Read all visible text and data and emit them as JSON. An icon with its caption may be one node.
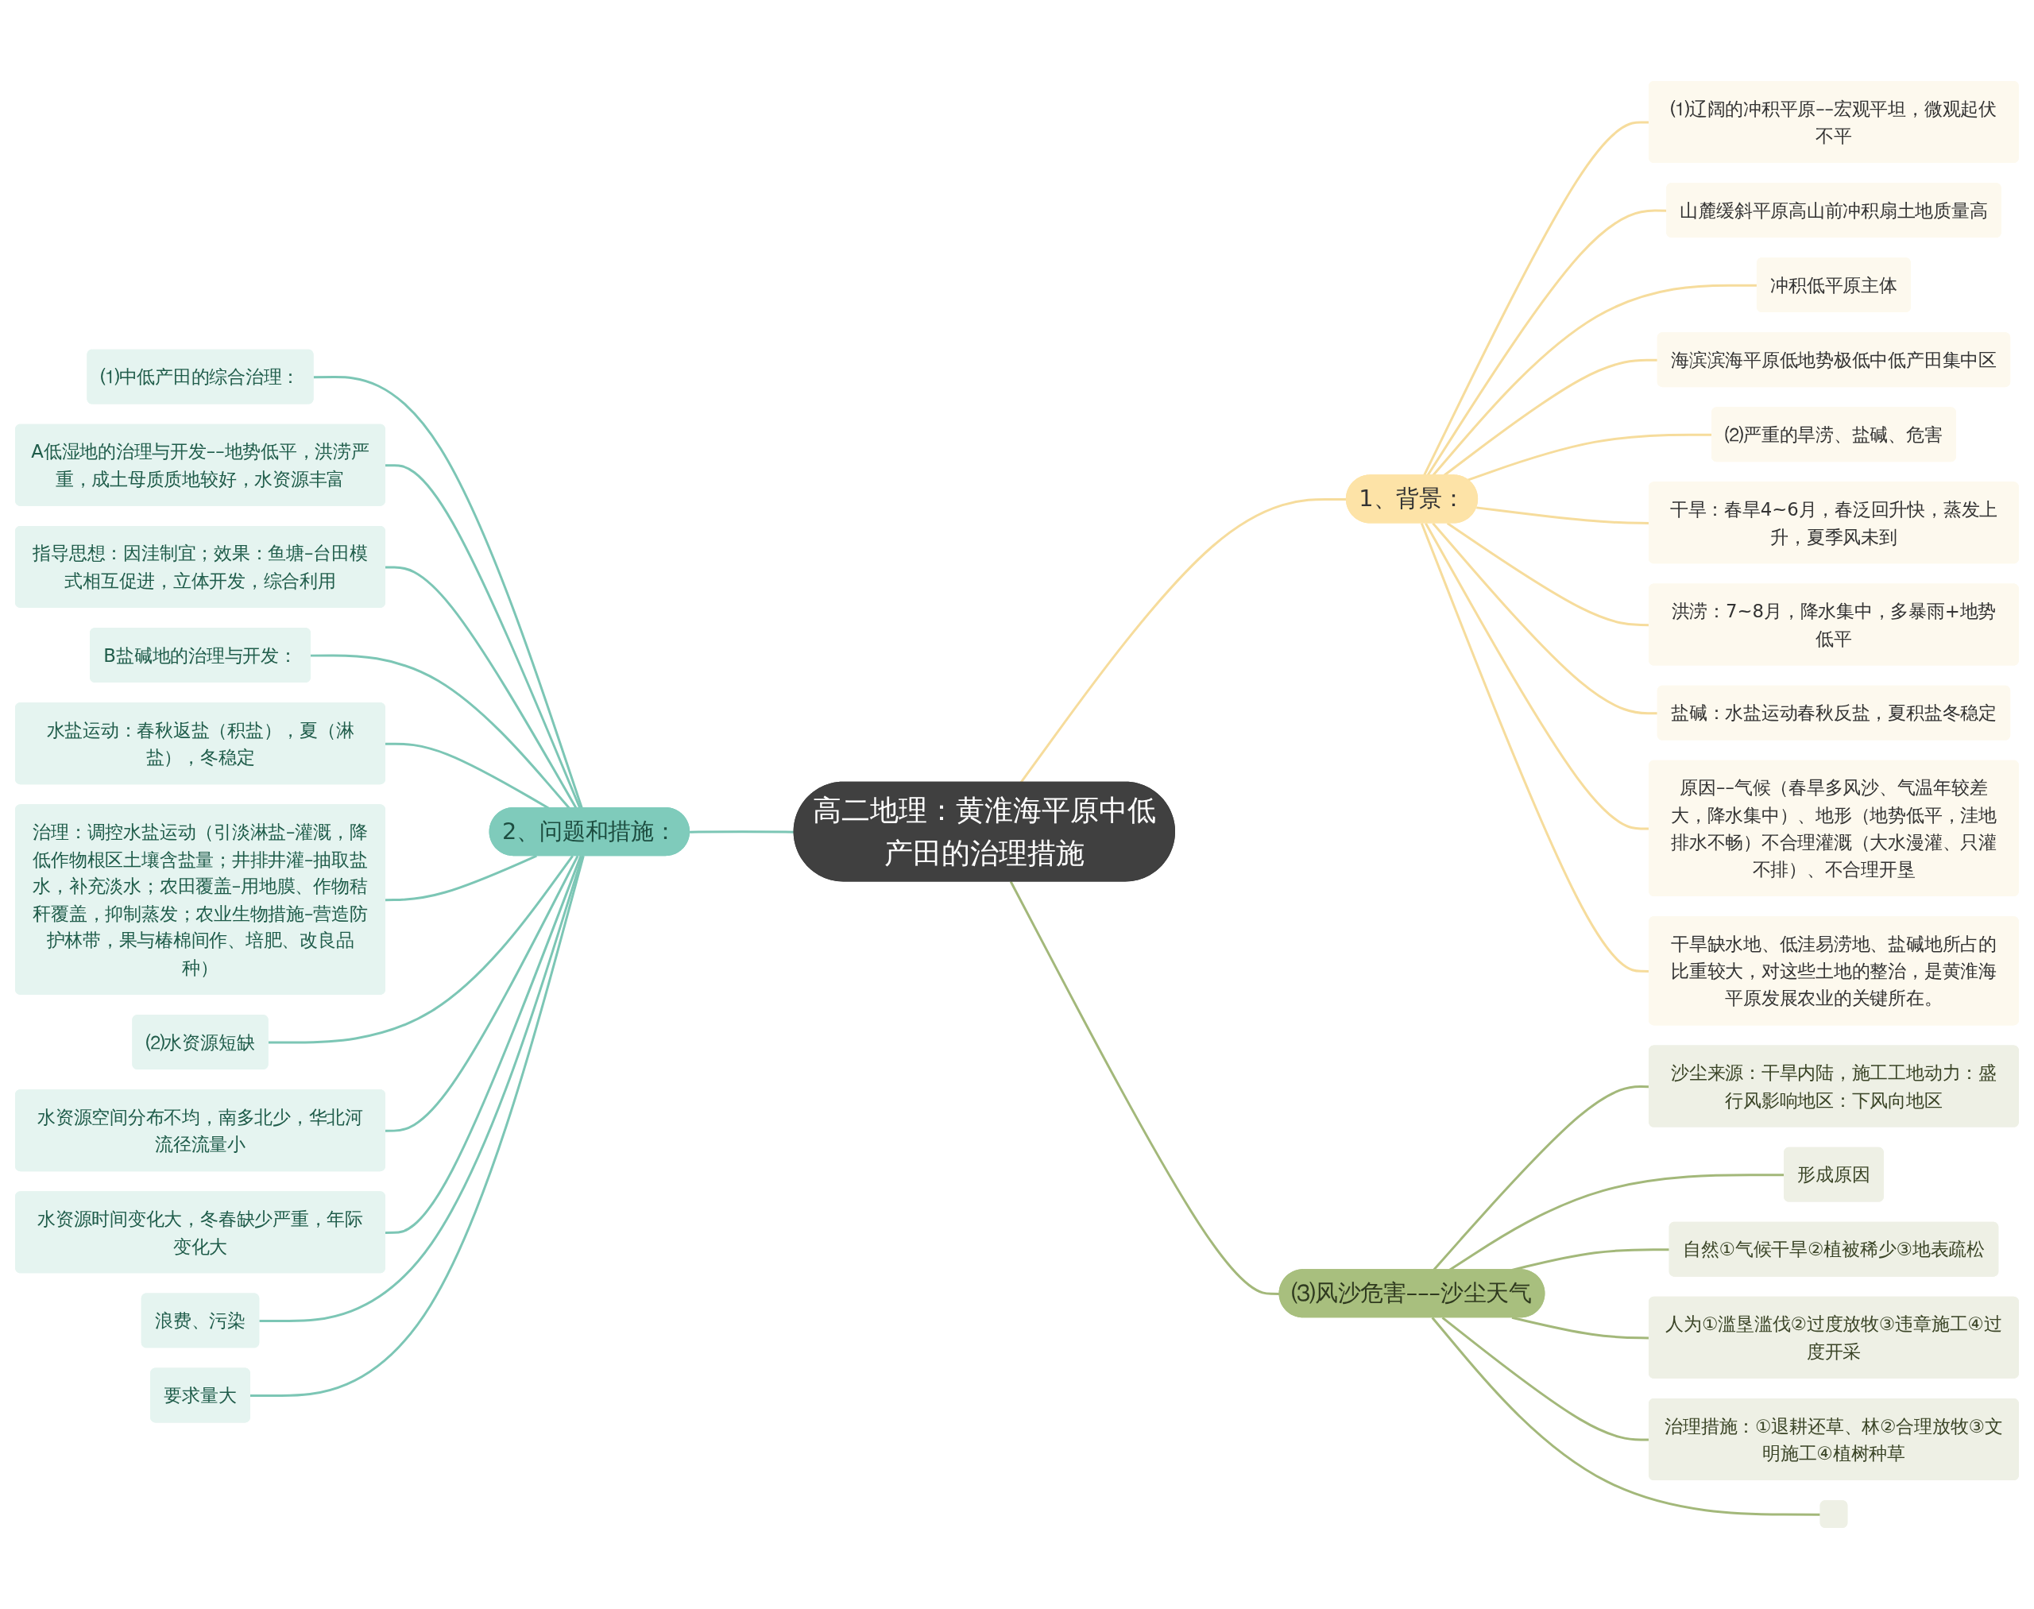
{
  "diagram": {
    "nodes": [
      {
        "text": [
          "高二地理：黄淮海平原中低产田的治理措施"
        ]
      },
      {
        "text": [
          "1、背景："
        ]
      },
      {
        "text": [
          "⑴辽阔的冲积平原––宏观平坦，微观起伏不平"
        ]
      },
      {
        "text": [
          "山麓缓斜平原高山前冲积扇土地质量高"
        ]
      },
      {
        "text": [
          "冲积低平原主体"
        ]
      },
      {
        "text": [
          "海滨滨海平原低地势极低中低产田集中区"
        ]
      },
      {
        "text": [
          "⑵严重的旱涝、盐碱、危害"
        ]
      },
      {
        "text": [
          "干旱：春旱4~6月，春泛回升快，蒸发上升，夏季风未到"
        ]
      },
      {
        "text": [
          "洪涝：7~8月，降水集中，多暴雨+地势低平"
        ]
      },
      {
        "text": [
          "盐碱：水盐运动春秋反盐，夏积盐冬稳定"
        ]
      },
      {
        "text": [
          "原因––气候（春旱多风沙、气温年较差大，降水集中）、地形（地势低平，洼地排水不畅）不合理灌溉（大水漫灌、只灌不排）、不合理开垦"
        ]
      },
      {
        "text": [
          "干旱缺水地、低洼易涝地、盐碱地所占的比重较大，对这些土地的整治，是黄淮海平原发展农业的关键所在。"
        ]
      },
      {
        "text": [
          "2、问题和措施："
        ]
      },
      {
        "text": [
          "⑴中低产田的综合治理："
        ]
      },
      {
        "text": [
          "A低湿地的治理与开发––地势低平，洪涝严重，成土母质质地较好，水资源丰富"
        ]
      },
      {
        "text": [
          "指导思想：因洼制宜；效果：鱼塘–台田模式相互促进，立体开发，综合利用"
        ]
      },
      {
        "text": [
          "B盐碱地的治理与开发："
        ]
      },
      {
        "text": [
          "水盐运动：春秋返盐（积盐），夏（淋盐），冬稳定"
        ]
      },
      {
        "text": [
          "治理：调控水盐运动（引淡淋盐–灌溉，降低作物根区土壤含盐量；井排井灌–抽取盐水，补充淡水；农田覆盖–用地膜、作物秸秆覆盖，抑制蒸发；农业生物措施–营造防护林带，果与椿棉间作、培肥、改良品种）"
        ]
      },
      {
        "text": [
          "⑵水资源短缺"
        ]
      },
      {
        "text": [
          "水资源空间分布不均，南多北少，华北河流径流量小"
        ]
      },
      {
        "text": [
          "水资源时间变化大，冬春缺少严重，年际变化大"
        ]
      },
      {
        "text": [
          "浪费、污染"
        ]
      },
      {
        "text": [
          "要求量大"
        ]
      },
      {
        "text": [
          "⑶风沙危害–––沙尘天气"
        ]
      },
      {
        "text": [
          "沙尘来源：干旱内陆，施工工地动力：盛行风影响地区：下风向地区"
        ]
      },
      {
        "text": [
          "形成原因"
        ]
      },
      {
        "text": [
          "自然①气候干旱②植被稀少③地表疏松"
        ]
      },
      {
        "text": [
          "人为①滥垦滥伐②过度放牧③违章施工④过度开采"
        ]
      },
      {
        "text": [
          "治理措施：①退耕还草、林②合理放牧③文明施工④植树种草"
        ]
      },
      {
        "text": [],
        "shape": "box"
      }
    ],
    "edges": [
      {
        "from": 0,
        "to": 1,
        "arrow": "none",
        "color": "#f6dc9c"
      },
      {
        "from": 1,
        "to": 2,
        "arrow": "none",
        "color": "#f6dc9c"
      },
      {
        "from": 1,
        "to": 3,
        "arrow": "none",
        "color": "#f6dc9c"
      },
      {
        "from": 1,
        "to": 4,
        "arrow": "none",
        "color": "#f6dc9c"
      },
      {
        "from": 1,
        "to": 5,
        "arrow": "none",
        "color": "#f6dc9c"
      },
      {
        "from": 1,
        "to": 6,
        "arrow": "none",
        "color": "#f6dc9c"
      },
      {
        "from": 1,
        "to": 7,
        "arrow": "none",
        "color": "#f6dc9c"
      },
      {
        "from": 1,
        "to": 8,
        "arrow": "none",
        "color": "#f6dc9c"
      },
      {
        "from": 1,
        "to": 9,
        "arrow": "none",
        "color": "#f6dc9c"
      },
      {
        "from": 1,
        "to": 10,
        "arrow": "none",
        "color": "#f6dc9c"
      },
      {
        "from": 1,
        "to": 11,
        "arrow": "none",
        "color": "#f6dc9c"
      },
      {
        "from": 12,
        "to": 0,
        "arrow": "none",
        "color": "#7cc6b5"
      },
      {
        "from": 13,
        "to": 12,
        "arrow": "none",
        "color": "#7cc6b5"
      },
      {
        "from": 14,
        "to": 12,
        "arrow": "none",
        "color": "#7cc6b5"
      },
      {
        "from": 15,
        "to": 12,
        "arrow": "none",
        "color": "#7cc6b5"
      },
      {
        "from": 16,
        "to": 12,
        "arrow": "none",
        "color": "#7cc6b5"
      },
      {
        "from": 17,
        "to": 12,
        "arrow": "none",
        "color": "#7cc6b5"
      },
      {
        "from": 18,
        "to": 12,
        "arrow": "none",
        "color": "#7cc6b5"
      },
      {
        "from": 19,
        "to": 12,
        "arrow": "none",
        "color": "#7cc6b5"
      },
      {
        "from": 20,
        "to": 12,
        "arrow": "none",
        "color": "#7cc6b5"
      },
      {
        "from": 21,
        "to": 12,
        "arrow": "none",
        "color": "#7cc6b5"
      },
      {
        "from": 22,
        "to": 12,
        "arrow": "none",
        "color": "#7cc6b5"
      },
      {
        "from": 23,
        "to": 12,
        "arrow": "none",
        "color": "#7cc6b5"
      },
      {
        "from": 0,
        "to": 24,
        "arrow": "none",
        "color": "#a3b87a"
      },
      {
        "from": 24,
        "to": 25,
        "arrow": "none",
        "color": "#a3b87a"
      },
      {
        "from": 24,
        "to": 26,
        "arrow": "none",
        "color": "#a3b87a"
      },
      {
        "from": 24,
        "to": 27,
        "arrow": "none",
        "color": "#a3b87a"
      },
      {
        "from": 24,
        "to": 28,
        "arrow": "none",
        "color": "#a3b87a"
      },
      {
        "from": 24,
        "to": 29,
        "arrow": "none",
        "color": "#a3b87a"
      },
      {
        "from": 24,
        "to": 30,
        "arrow": "none",
        "color": "#a3b87a"
      }
    ]
  }
}
